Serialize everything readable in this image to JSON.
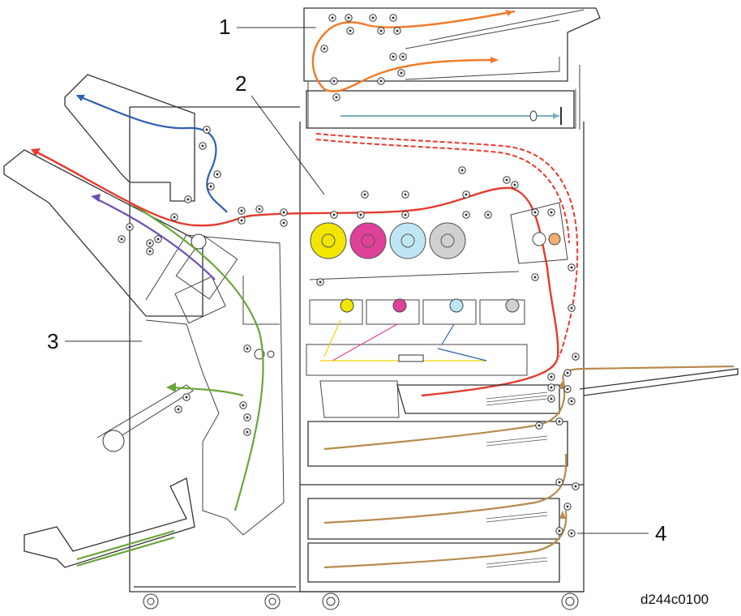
{
  "figure": {
    "id_label": "d244c0100",
    "callouts": [
      {
        "number": "1"
      },
      {
        "number": "2"
      },
      {
        "number": "3"
      },
      {
        "number": "4"
      }
    ]
  },
  "colors": {
    "document_path": "#f07c2a",
    "main_transport": "#e63a2e",
    "duplex_path": "#e63a2e",
    "finisher_upper": "#2f5fb0",
    "finisher_booklet": "#6aa53a",
    "finisher_shift": "#6b4fb0",
    "feed_path": "#b88a4e",
    "scanner_lamp": "#7ab0c0",
    "toner_yellow": "#f2e600",
    "toner_magenta": "#e0409a",
    "toner_cyan": "#bfe6f4",
    "toner_black": "#d0d0d0",
    "fusing_roller": "#f0b070"
  },
  "icons": [
    "roller-icon",
    "toner-cartridge-icon",
    "drum-icon",
    "caster-wheel-icon",
    "paper-tray-icon"
  ]
}
